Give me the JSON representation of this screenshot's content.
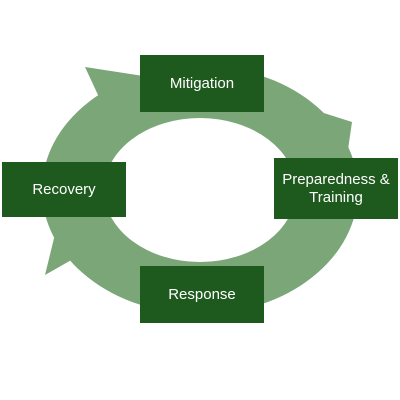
{
  "diagram": {
    "stages": {
      "mitigation": "Mitigation",
      "preparedness_line1": "Preparedness &",
      "preparedness_line2": "Training",
      "response": "Response",
      "recovery": "Recovery"
    },
    "colors": {
      "box": "#1e5a1e",
      "ring": "#7aa678",
      "text": "#ffffff"
    }
  }
}
